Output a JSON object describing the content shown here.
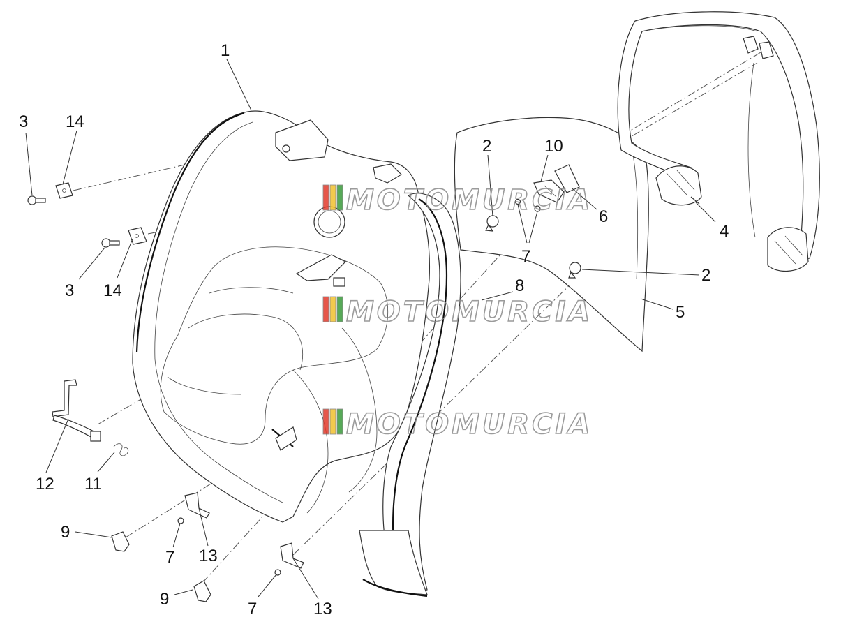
{
  "callouts": {
    "c1": "1",
    "c2a": "2",
    "c2b": "2",
    "c3a": "3",
    "c3b": "3",
    "c4": "4",
    "c5": "5",
    "c6": "6",
    "c7a": "7",
    "c7b": "7",
    "c7c": "7",
    "c8": "8",
    "c9a": "9",
    "c9b": "9",
    "c10": "10",
    "c11": "11",
    "c12": "12",
    "c13a": "13",
    "c13b": "13",
    "c14a": "14",
    "c14b": "14"
  },
  "watermark": {
    "text": "MOTOMURCIA",
    "colors": [
      "#e23a2c",
      "#f2c12e",
      "#3a9b3c"
    ]
  }
}
